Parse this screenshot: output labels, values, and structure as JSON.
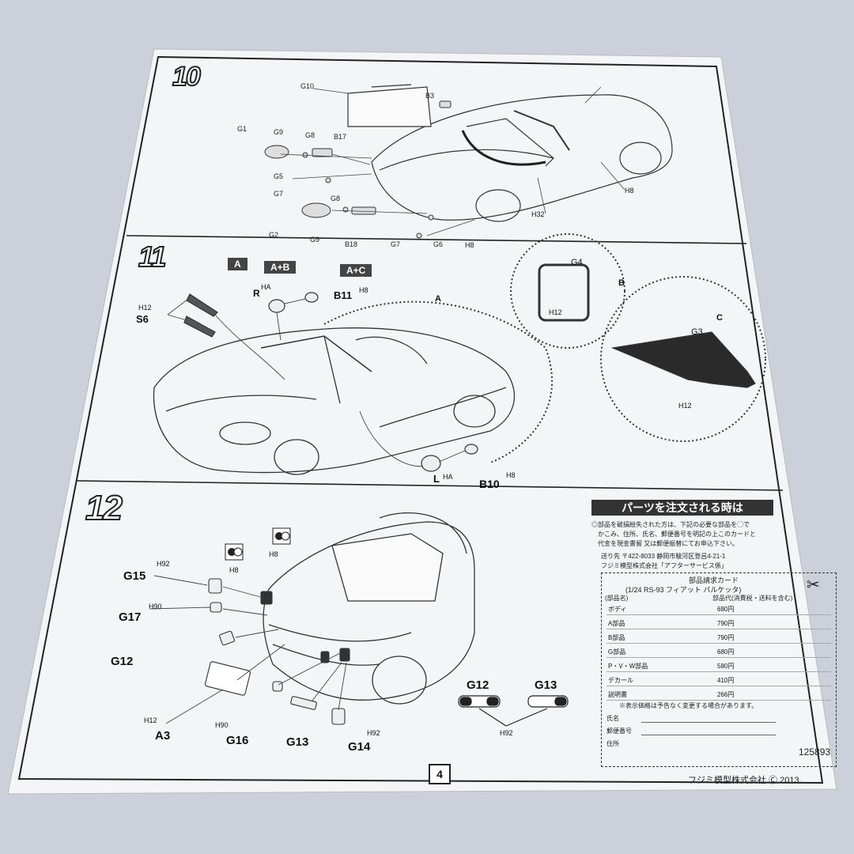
{
  "step10": {
    "number": "10",
    "labels": {
      "G10": "G10",
      "B3": "B3",
      "G1": "G1",
      "G9a": "G9",
      "G8a": "G8",
      "B17": "B17",
      "G5": "G5",
      "G7a": "G7",
      "G8b": "G8",
      "G2": "G2",
      "G9b": "G9",
      "B18": "B18",
      "G7b": "G7",
      "G6": "G6"
    },
    "h_marks": {
      "h8a": "H8",
      "h32a": "H32",
      "h8b": "H8"
    }
  },
  "step11": {
    "number": "11",
    "tags": {
      "a": "A",
      "ab": "A+B",
      "ac": "A+C"
    },
    "labels": {
      "R": "R",
      "B11": "B11",
      "S6": "S6",
      "L": "L",
      "B10": "B10",
      "G4": "G4",
      "G3": "G3",
      "circA": "A",
      "circB": "B",
      "circC": "C"
    },
    "h_marks": {
      "hA1": "HA",
      "hB1": "H8",
      "h12a": "H12",
      "h12b": "H12",
      "h12c": "H12",
      "hA2": "HA",
      "hB2": "H8"
    }
  },
  "step12": {
    "number": "12",
    "labels": {
      "G15": "G15",
      "G17": "G17",
      "G12": "G12",
      "A3": "A3",
      "G16": "G16",
      "G13": "G13",
      "G14": "G14",
      "G12b": "G12",
      "G13b": "G13"
    },
    "h_marks": {
      "h92a": "H92",
      "h8a": "H8",
      "h8b": "H8",
      "h90a": "H90",
      "h12": "H12",
      "h90b": "H90",
      "h92b": "H92",
      "h92c": "H92"
    }
  },
  "order": {
    "header": "パーツを注文される時は",
    "notes": [
      "◎部品を破損紛失された方は、下記の必要な部品を◯で",
      "かこみ、住所、氏名、郵便番号を明記の上このカードと",
      "代金を現金書留 又は郵便振替にてお申込下さい。",
      "送り先 〒422-8033 静岡市駿河区登呂4-21-1",
      "フジミ模型株式会社「アフターサービス係」"
    ],
    "card_title": "部品請求カード",
    "card_subtitle": "(1/24 RS-93 フィアット バルケッタ)",
    "col_name": "(部品名)",
    "col_price": "部品代(消費税・送料を含む)",
    "rows": [
      {
        "name": "ボディ",
        "price": "680円"
      },
      {
        "name": "A部品",
        "price": "790円"
      },
      {
        "name": "B部品",
        "price": "790円"
      },
      {
        "name": "G部品",
        "price": "680円"
      },
      {
        "name": "P・V・W部品",
        "price": "580円"
      },
      {
        "name": "デカール",
        "price": "410円"
      },
      {
        "name": "説明書",
        "price": "266円"
      }
    ],
    "price_note": "※表示価格は予告なく変更する場合があります。",
    "field_name": "氏名",
    "field_zip": "郵便番号",
    "field_address": "住所",
    "code": "125893"
  },
  "footer": {
    "page": "4",
    "copyright": "フジミ模型株式会社 Ⓒ 2013."
  }
}
